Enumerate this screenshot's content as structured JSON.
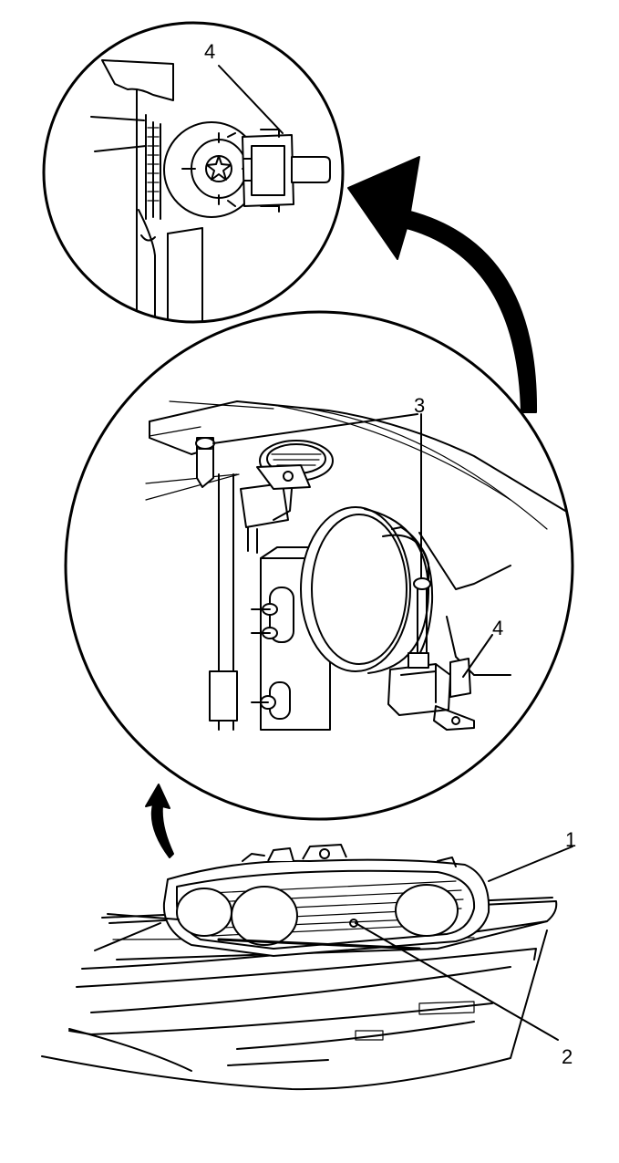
{
  "callouts": {
    "c1": "1",
    "c2": "2",
    "c3": "3",
    "c4_main": "4",
    "c4_detail": "4"
  },
  "colors": {
    "line": "#000000",
    "background": "#ffffff"
  }
}
